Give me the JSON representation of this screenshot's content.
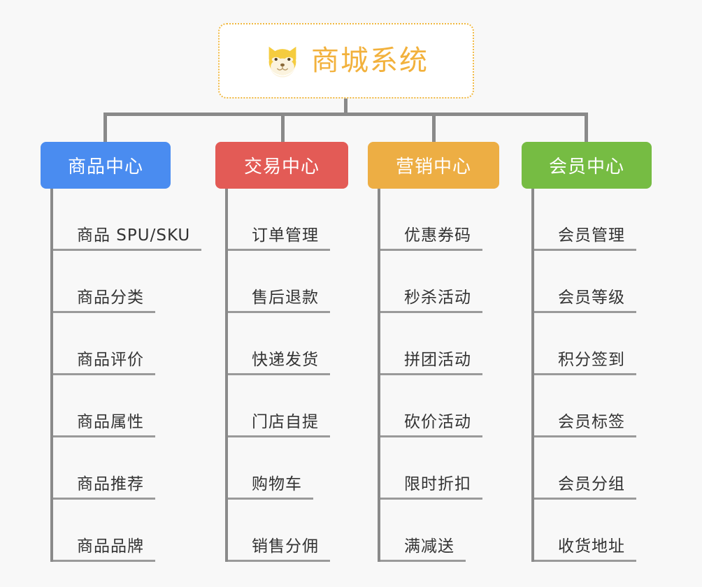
{
  "root": {
    "title": "商城系统",
    "icon": "shiba-dog-face-emoji",
    "border_color": "#f0b840",
    "text_color": "#f2b13c"
  },
  "canvas": {
    "background_color": "#f8f8f8",
    "connector_color": "#8a8a8a"
  },
  "branches": [
    {
      "label": "商品中心",
      "color": "#4a8cf0",
      "leaves": [
        "商品 SPU/SKU",
        "商品分类",
        "商品评价",
        "商品属性",
        "商品推荐",
        "商品品牌"
      ]
    },
    {
      "label": "交易中心",
      "color": "#e35b56",
      "leaves": [
        "订单管理",
        "售后退款",
        "快递发货",
        "门店自提",
        "购物车",
        "销售分佣"
      ]
    },
    {
      "label": "营销中心",
      "color": "#edae44",
      "leaves": [
        "优惠券码",
        "秒杀活动",
        "拼团活动",
        "砍价活动",
        "限时折扣",
        "满减送"
      ]
    },
    {
      "label": "会员中心",
      "color": "#76bc43",
      "leaves": [
        "会员管理",
        "会员等级",
        "积分签到",
        "会员标签",
        "会员分组",
        "收货地址"
      ]
    }
  ]
}
